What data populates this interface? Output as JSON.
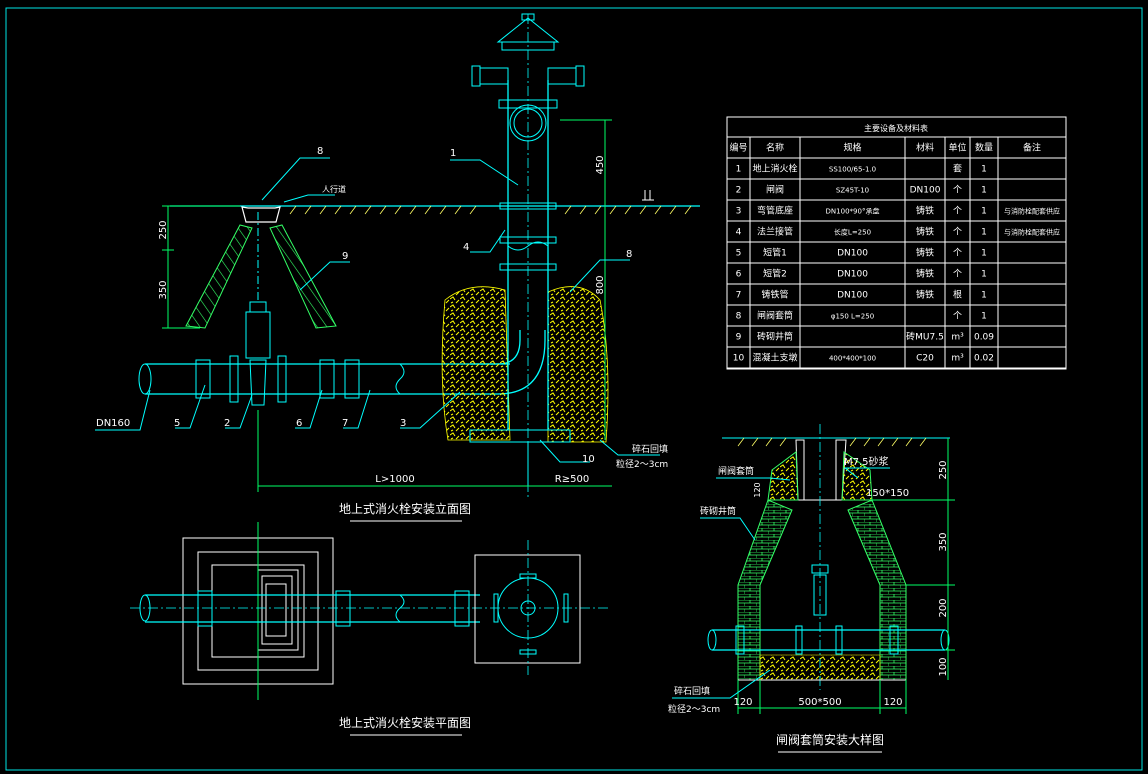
{
  "colors": {
    "background": "#000000",
    "border": "#00e5e5",
    "pipe": "#00ffff",
    "dimension": "#00ff66",
    "text": "#ffffff",
    "label": "#ffff66",
    "gravel": "#ffff00",
    "brick": "#33ff66"
  },
  "elevation": {
    "title": "地上式消火栓安装立面图",
    "callouts": [
      "1",
      "2",
      "3",
      "4",
      "5",
      "6",
      "7",
      "8",
      "8",
      "9",
      "10"
    ],
    "pipe_label": "DN160",
    "walkway_label": "人行道",
    "gravel_note_1": "碎石回填",
    "gravel_note_2": "粒径2～3cm",
    "dims": {
      "d250": "250",
      "d350": "350",
      "d450": "450",
      "d800": "800",
      "length": "L>1000",
      "radius": "R≥500"
    }
  },
  "plan": {
    "title": "地上式消火栓安装平面图"
  },
  "detail": {
    "title": "闸阀套筒安装大样图",
    "labels": {
      "sleeve": "闸阀套筒",
      "mortar": "M7.5砂浆",
      "size150": "150*150",
      "masonry": "砖砌井筒",
      "gravel_1": "碎石回填",
      "gravel_2": "粒径2～3cm",
      "d120_side": "120"
    },
    "dims": {
      "v250": "250",
      "v350": "350",
      "v200": "200",
      "v100": "100",
      "b120_left": "120",
      "b500": "500*500",
      "b120_right": "120"
    }
  },
  "table": {
    "title": "主要设备及材料表",
    "headers": [
      "编号",
      "名称",
      "规格",
      "材料",
      "单位",
      "数量",
      "备注"
    ],
    "rows": [
      [
        "1",
        "地上消火栓",
        "SS100/65-1.0",
        "",
        "套",
        "1",
        ""
      ],
      [
        "2",
        "闸阀",
        "SZ45T-10",
        "DN100",
        "个",
        "1",
        ""
      ],
      [
        "3",
        "弯管底座",
        "DN100*90°承盘",
        "铸铁",
        "个",
        "1",
        "与消防栓配套供应"
      ],
      [
        "4",
        "法兰接管",
        "长度L=250",
        "铸铁",
        "个",
        "1",
        "与消防栓配套供应"
      ],
      [
        "5",
        "短管1",
        "DN100",
        "铸铁",
        "个",
        "1",
        ""
      ],
      [
        "6",
        "短管2",
        "DN100",
        "铸铁",
        "个",
        "1",
        ""
      ],
      [
        "7",
        "铸铁管",
        "DN100",
        "铸铁",
        "根",
        "1",
        ""
      ],
      [
        "8",
        "闸阀套筒",
        "φ150  L=250",
        "",
        "个",
        "1",
        ""
      ],
      [
        "9",
        "砖砌井筒",
        "",
        "砖MU7.5",
        "m³",
        "0.09",
        ""
      ],
      [
        "10",
        "混凝土支墩",
        "400*400*100",
        "C20",
        "m³",
        "0.02",
        ""
      ]
    ]
  }
}
